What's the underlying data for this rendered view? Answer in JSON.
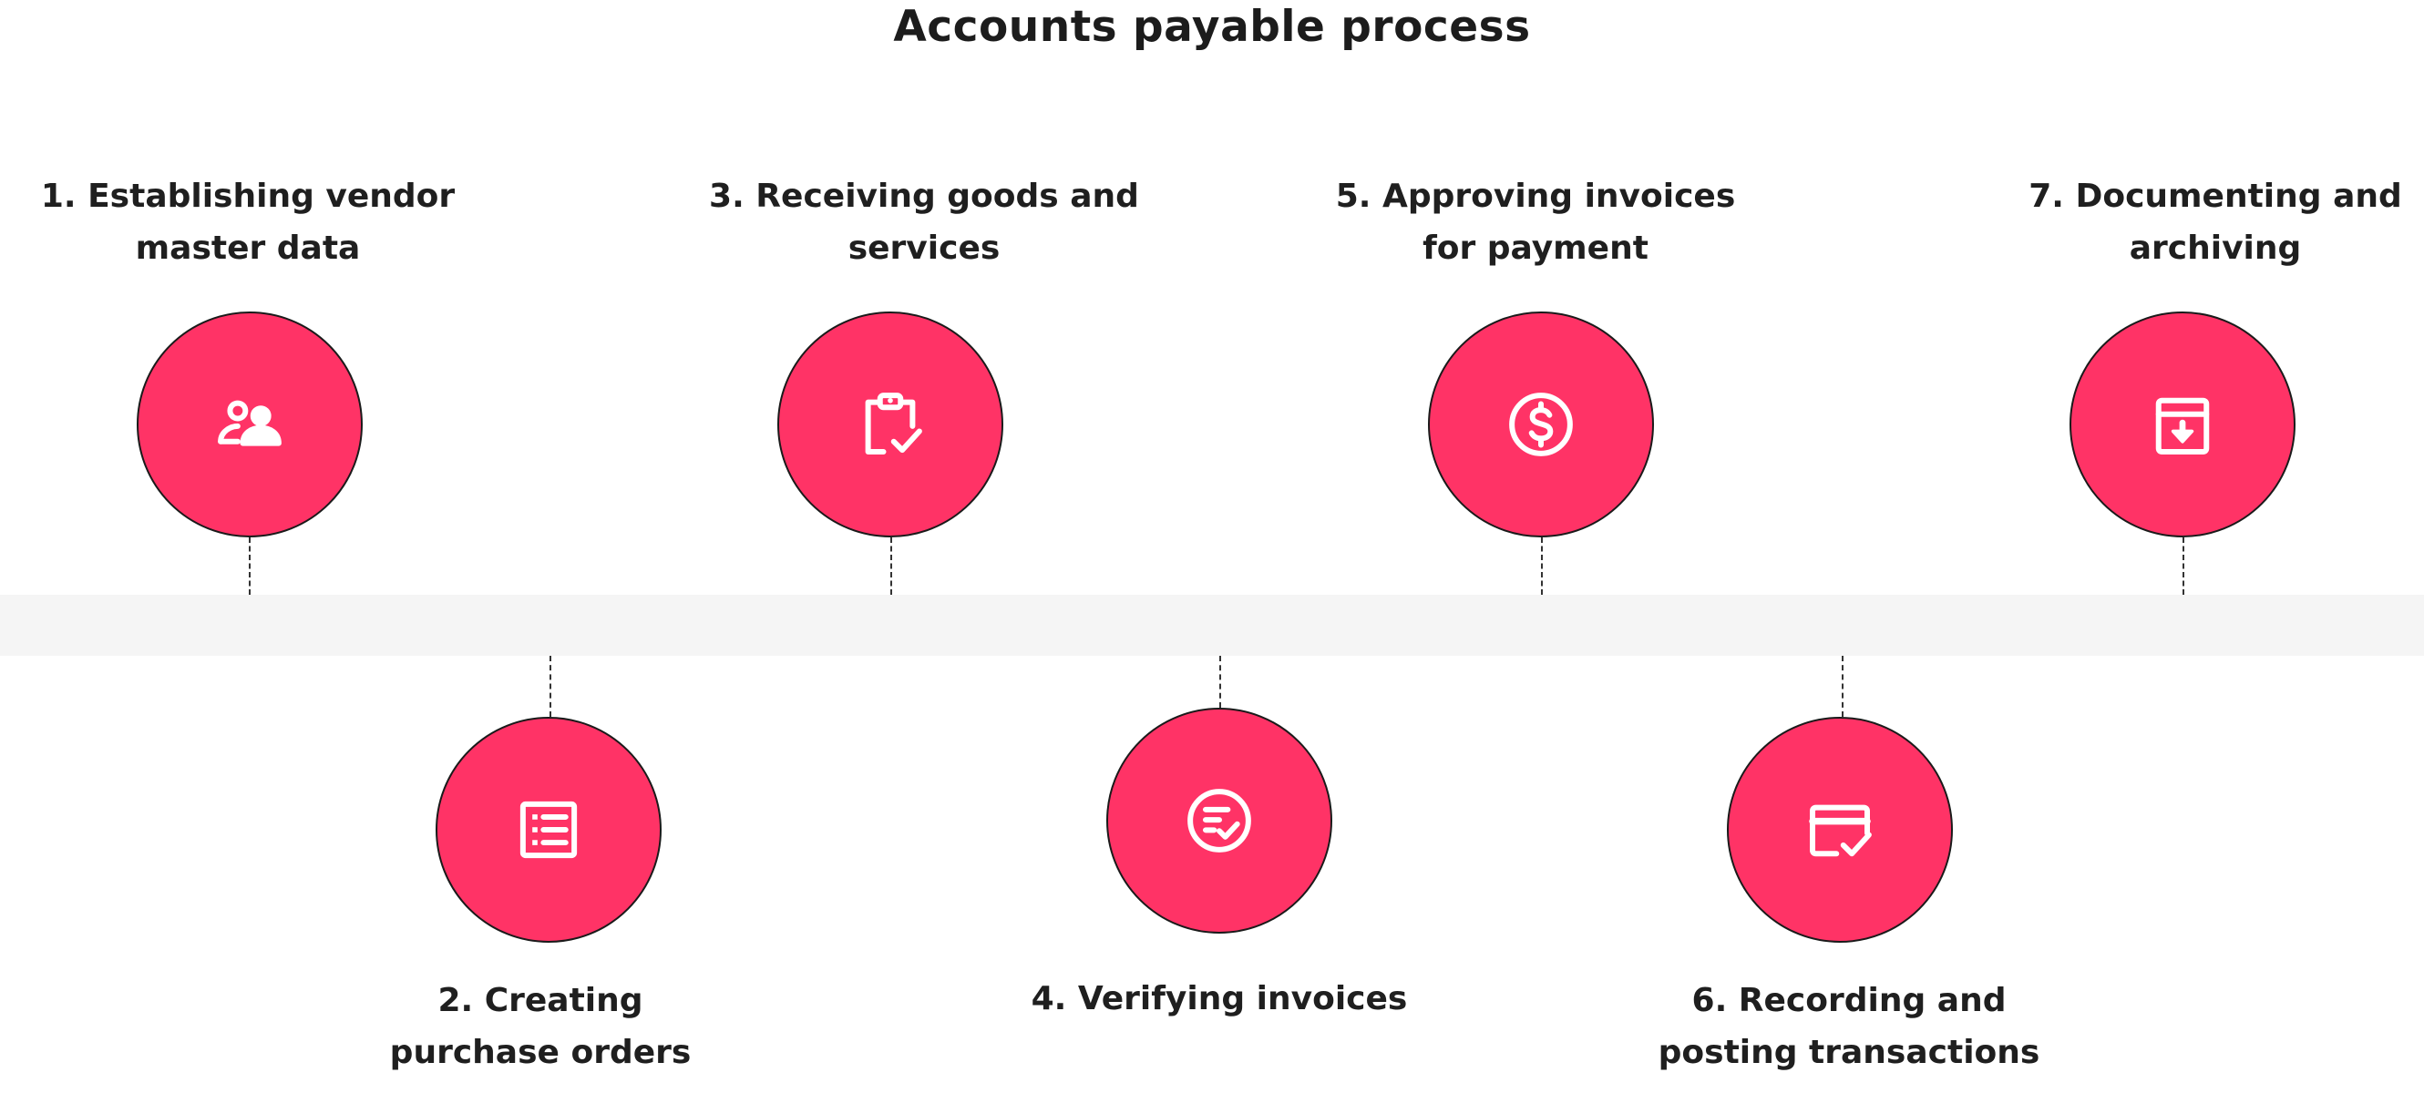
{
  "title": "Accounts payable process",
  "colors": {
    "circle": "#ff3366",
    "band": "#f5f5f5",
    "text": "#1f1f1f"
  },
  "steps": [
    {
      "label": "1. Establishing vendor master data",
      "icon": "user-group-icon"
    },
    {
      "label": "2. Creating purchase orders",
      "icon": "list-document-icon"
    },
    {
      "label": "3. Receiving goods and services",
      "icon": "clipboard-check-icon"
    },
    {
      "label": "4. Verifying invoices",
      "icon": "invoice-check-icon"
    },
    {
      "label": "5. Approving invoices for payment",
      "icon": "dollar-circle-icon"
    },
    {
      "label": "6. Recording and posting transactions",
      "icon": "card-check-icon"
    },
    {
      "label": "7. Documenting and archiving",
      "icon": "archive-download-icon"
    }
  ]
}
